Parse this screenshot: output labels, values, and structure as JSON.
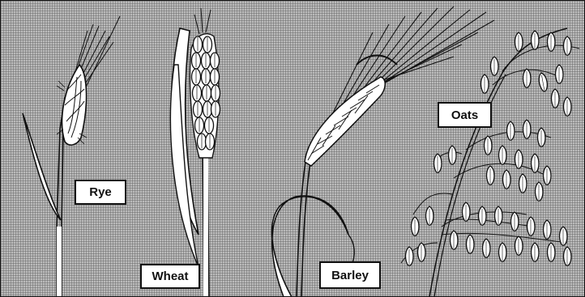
{
  "labels": {
    "rye": "Rye",
    "wheat": "Wheat",
    "barley": "Barley",
    "oats": "Oats"
  },
  "colors": {
    "background": "#a9a9a9",
    "ink": "#111111",
    "paper": "#ffffff"
  }
}
